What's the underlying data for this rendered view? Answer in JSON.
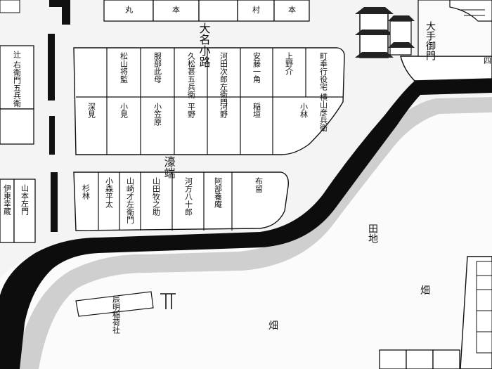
{
  "map": {
    "street_labels": [
      "大名小路",
      "濠端"
    ],
    "gate_label": "大手御門",
    "field_labels": [
      "田地",
      "畑",
      "畑"
    ],
    "shrine_label": "辰明稲荷社",
    "block_one_north": [
      "上野介",
      "安藤一角",
      "河田次郎左衛門",
      "久松甚五兵衛",
      "服部此母",
      "松山将監",
      "辻 右衛門五兵衛"
    ],
    "block_one_corner": "町奉行役宅 横山彦兵衛",
    "block_one_south": [
      "小林",
      "稲垣",
      "河野",
      "平野",
      "小笠原",
      "小見",
      "深見"
    ],
    "block_two": [
      "布留",
      "阿部養庵",
      "河方八十郎",
      "山田牧之助",
      "山崎才左衛門",
      "小森平太",
      "杉林"
    ],
    "west_lots": [
      "山本左門",
      "伊東幸蔵"
    ],
    "top_lots": [
      "丸",
      "本",
      "村",
      "本"
    ],
    "corner_lot": "四"
  }
}
